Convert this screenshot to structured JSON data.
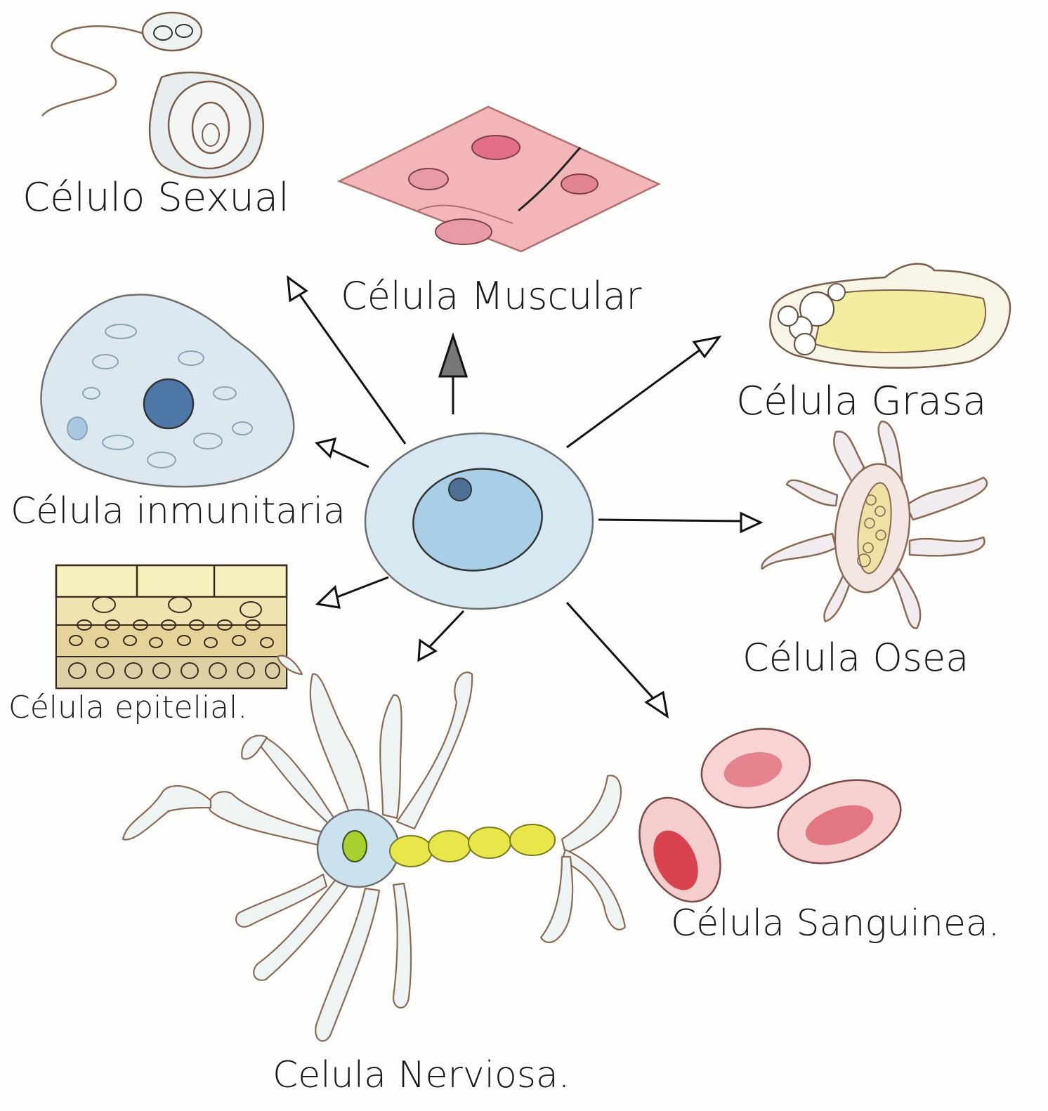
{
  "labels": {
    "sexual": "Célulo Sexual",
    "muscular": "Célula Muscular",
    "grasa": "Célula Grasa",
    "inmunitaria": "Célula inmunitaria",
    "osea": "Célula Osea",
    "epitelial": "Célula epitelial.",
    "sanguinea": "Célula Sanguinea.",
    "nerviosa": "Celula Nerviosa."
  },
  "colors": {
    "ink": "#1a1a1a",
    "outline": "#8a6a55",
    "blue": "#bcd9ea",
    "blue_dark": "#3d6f96",
    "pink": "#ee9aa0",
    "pink_dark": "#d9636e",
    "yellow": "#f1ea9a",
    "yellow_bright": "#e9e64a",
    "lime": "#a6d12f",
    "tan": "#e6d59a"
  }
}
